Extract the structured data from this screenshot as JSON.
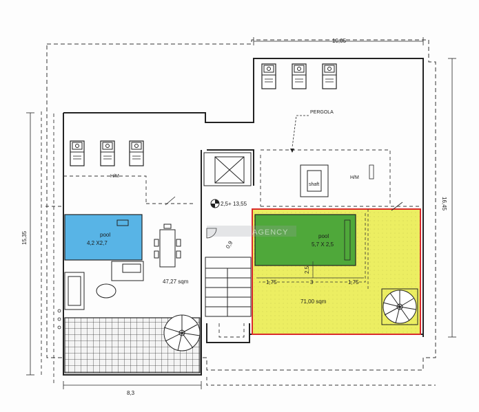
{
  "labels": {
    "pergola": "PERGOLA",
    "hm_left": "H/M",
    "hm_right": "H/M",
    "shaft": "shaft",
    "pool_left_name": "pool",
    "pool_left_size": "4,2 X2,7",
    "pool_right_name": "pool",
    "pool_right_size": "5,7 X 2,5",
    "area_left": "47,27 sqm",
    "area_right": "71,00 sqm",
    "watermark": "AGENCY",
    "stair_level": "2,5+ 13,55",
    "stair_step": "0,9"
  },
  "dimensions": {
    "top": "10,05",
    "right": "16,45",
    "left": "15,35",
    "bottom": "8,3",
    "inner_1": "1,75",
    "inner_2": "3",
    "inner_3": "1,75",
    "inner_4": "2,5"
  },
  "colors": {
    "pool": "#58b4e6",
    "pool_right": "#4fa83a",
    "terrace_highlight": "#ecee62",
    "highlight_border": "#d92a2a",
    "wall": "#222222"
  }
}
